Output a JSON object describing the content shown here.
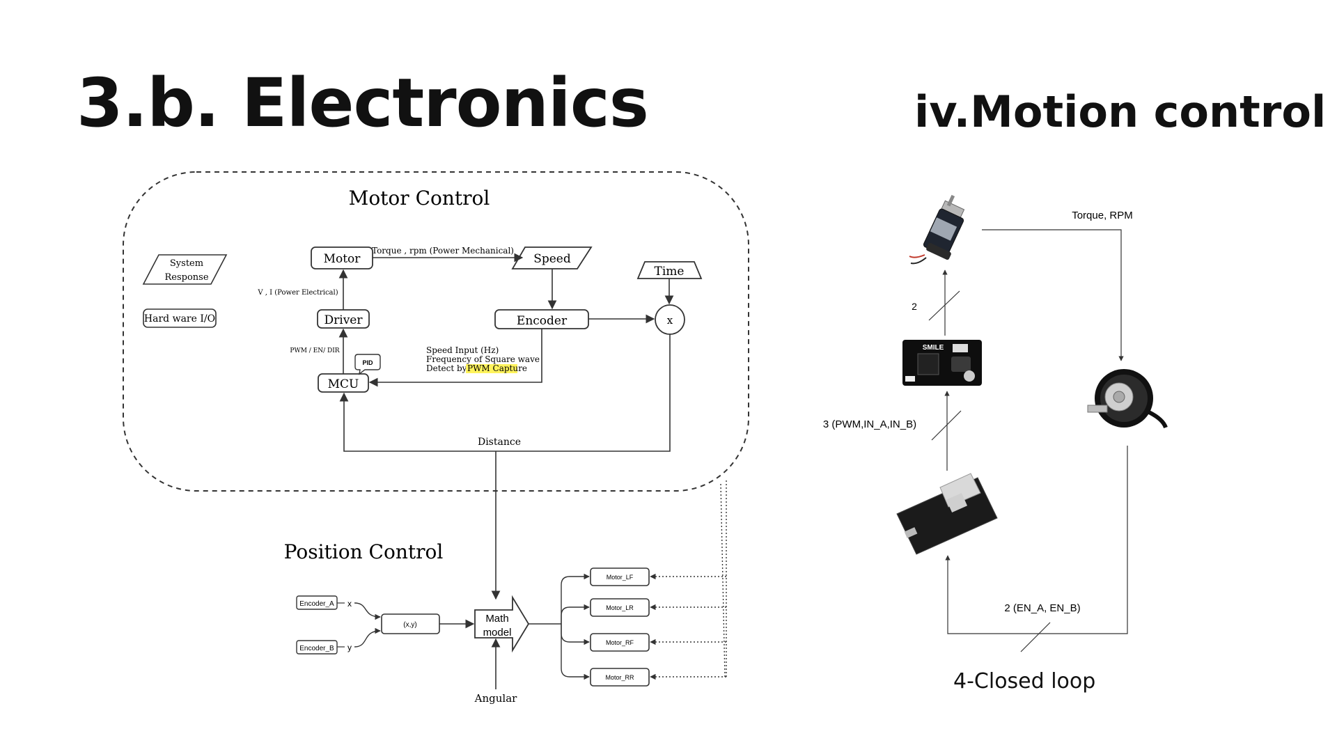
{
  "slide": {
    "title": "3.b. Electronics",
    "subtitle": "iv.Motion control",
    "caption": "4-Closed loop"
  },
  "motor_control": {
    "heading": "Motor Control",
    "legend_system_response_1": "System",
    "legend_system_response_2": "Response",
    "legend_hardware_io": "Hard ware I/O",
    "motor": "Motor",
    "speed": "Speed",
    "time": "Time",
    "driver": "Driver",
    "encoder": "Encoder",
    "mcu": "MCU",
    "pid": "PID",
    "multiply": "x",
    "torque_label": "Torque , rpm (Power Mechanical)",
    "vi_label": "V , I (Power Electrical)",
    "pwm_label": "PWM / EN/ DIR",
    "speed_input_1": "Speed Input (Hz)",
    "speed_input_2": "Frequency of Square wave",
    "speed_input_3": "Detect by : ",
    "speed_input_highlight": "PWM Capture",
    "distance": "Distance"
  },
  "position_control": {
    "heading": "Position Control",
    "encoder_a": "Encoder_A",
    "encoder_b": "Encoder_B",
    "x_label": "x",
    "y_label": "y",
    "xy": "(x,y)",
    "math_1": "Math",
    "math_2": "model",
    "angular": "Angular",
    "motor_lf": "Motor_LF",
    "motor_lr": "Motor_LR",
    "motor_rf": "Motor_RF",
    "motor_rr": "Motor_RR"
  },
  "closed_loop": {
    "torque_rpm": "Torque, RPM",
    "wires_2": "2",
    "wires_3": "3 (PWM,IN_A,IN_B)",
    "wires_enc": "2 (EN_A, EN_B)",
    "driver_brand": "SMILE"
  },
  "colors": {
    "highlight": "#fff35c",
    "line": "#333333"
  }
}
